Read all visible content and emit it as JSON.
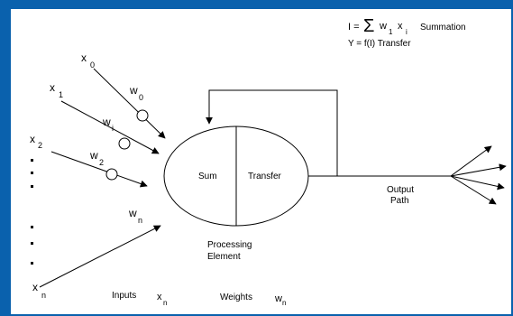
{
  "inputs": {
    "x0": {
      "base": "x",
      "sub": "0"
    },
    "x1": {
      "base": "x",
      "sub": "1"
    },
    "x2": {
      "base": "x",
      "sub": "2"
    },
    "xn": {
      "base": "x",
      "sub": "n"
    }
  },
  "weights": {
    "w0": {
      "base": "w",
      "sub": "0"
    },
    "wi": {
      "base": "w",
      "sub": "i"
    },
    "w2": {
      "base": "w",
      "sub": "2"
    },
    "wn": {
      "base": "w",
      "sub": "n"
    }
  },
  "element": {
    "sum_label": "Sum",
    "transfer_label": "Transfer",
    "caption_line1": "Processing",
    "caption_line2": "Element"
  },
  "output": {
    "line1": "Output",
    "line2": "Path"
  },
  "formulas": {
    "summation": {
      "lhs": "I =",
      "sigma": "Σ",
      "w": "w",
      "w_sub": "1",
      "x": "x",
      "x_sub": "i",
      "label": "Summation"
    },
    "transfer": "Y = f(I) Transfer"
  },
  "legend": {
    "inputs_label": "Inputs",
    "inputs_sym": {
      "base": "x",
      "sub": "n"
    },
    "weights_label": "Weights",
    "weights_sym": {
      "base": "w",
      "sub": "n"
    }
  },
  "colors": {
    "frame": "#0a61ad",
    "panel": "#ffffff",
    "ink": "#000000"
  }
}
